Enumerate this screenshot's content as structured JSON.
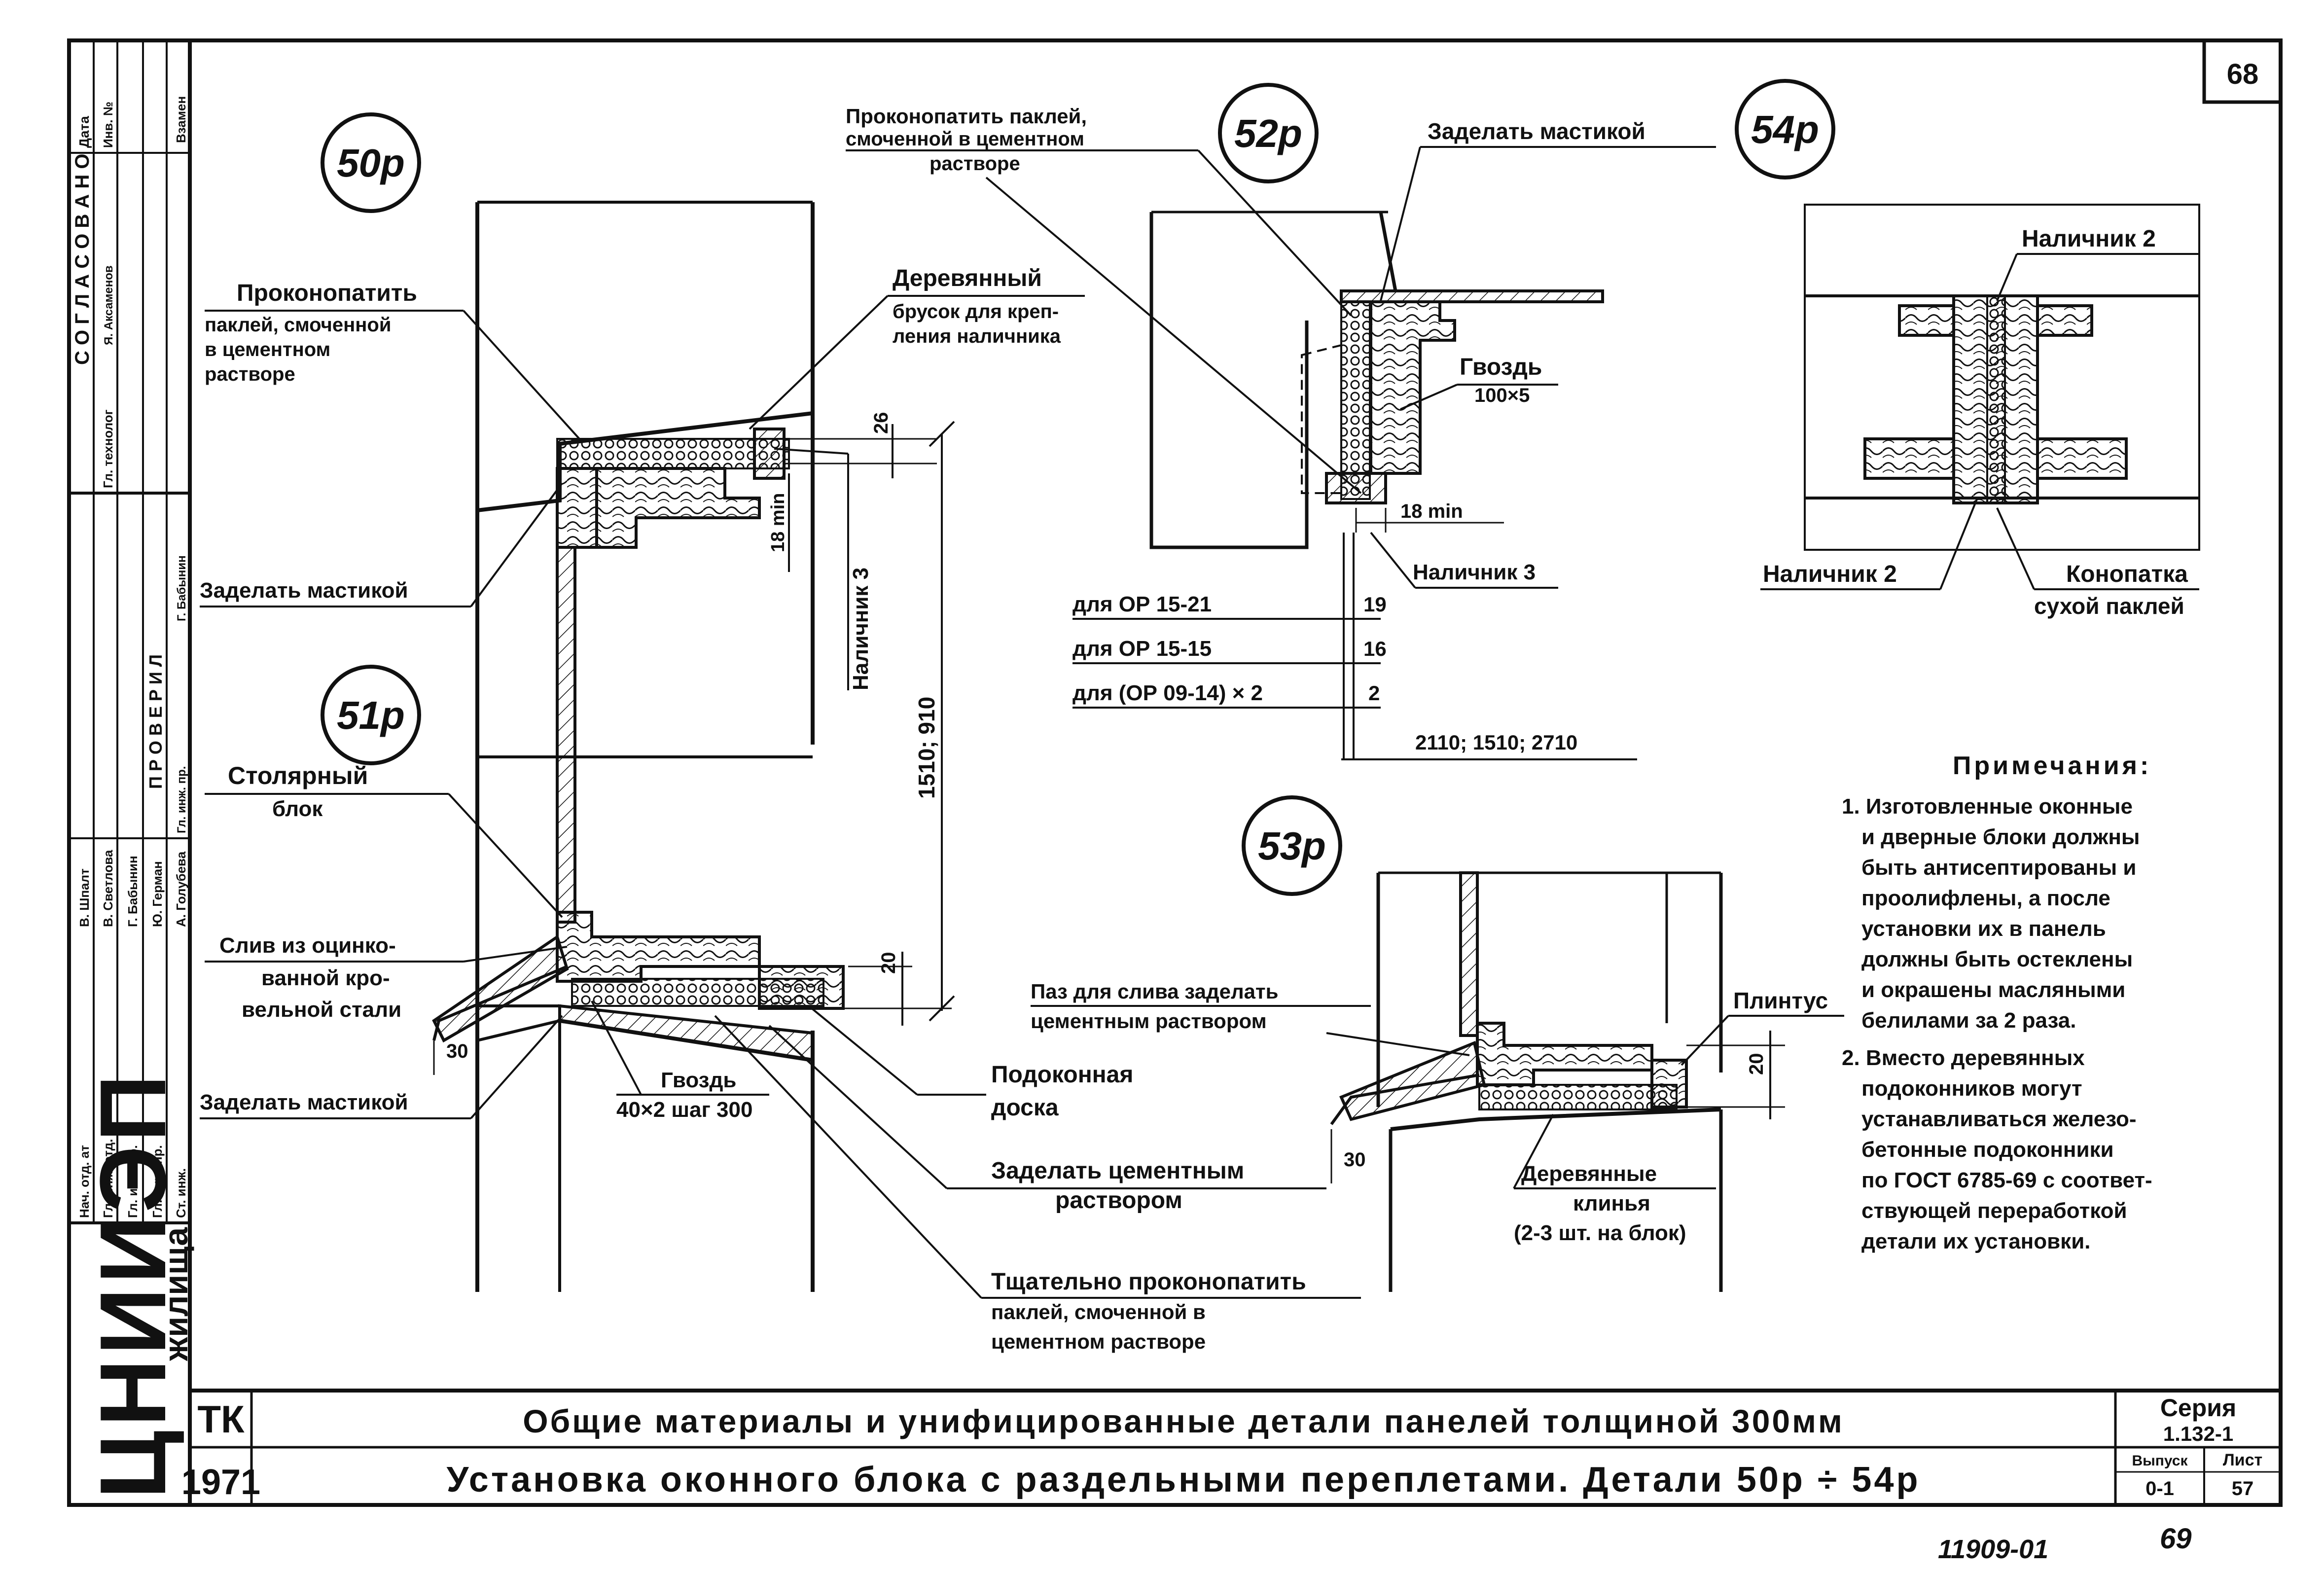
{
  "sheet": {
    "number": "68",
    "footer_left": "11909-01",
    "footer_right": "69"
  },
  "details": {
    "d50": "50р",
    "d51": "51р",
    "d52": "52р",
    "d53": "53р",
    "d54": "54р"
  },
  "labels": {
    "prokon1": [
      "Проконопатить",
      "паклей, смоченной",
      "в цементном",
      "растворе"
    ],
    "brusok": [
      "Деревянный",
      "брусок для креп-",
      "ления наличника"
    ],
    "mastic1": "Заделать мастикой",
    "dim26": "26",
    "dim18min_a": "18 min",
    "nalichnik3_v": "Наличник 3",
    "dim1510": "1510; 910",
    "stolyar": [
      "Столярный",
      "блок"
    ],
    "sliv": [
      "Слив из оцинко-",
      "ванной кро-",
      "вельной стали"
    ],
    "dim30_a": "30",
    "mastic2": "Заделать мастикой",
    "gvozd1": [
      "Гвоздь",
      "40×2 шаг 300"
    ],
    "dim20_a": "20",
    "podokon": [
      "Подоконная",
      "доска"
    ],
    "cement": [
      "Заделать цементным",
      "раствором"
    ],
    "tschat": [
      "Тщательно проконопатить",
      "паклей, смоченной в",
      "цементном растворе"
    ],
    "prokon2": [
      "Проконопатить паклей,",
      "смоченной в цементном",
      "растворе"
    ],
    "mastic3": "Заделать мастикой",
    "gvozd2": [
      "Гвоздь",
      "100×5"
    ],
    "dim18min_b": "18 min",
    "nalichnik3": "Наличник 3",
    "dlya1": "для ОР 15-21",
    "dlya2": "для ОР 15-15",
    "dlya3": "для (ОР 09-14) × 2",
    "v19": "19",
    "v16": "16",
    "v2": "2",
    "widths": "2110; 1510; 2710",
    "nal2_top": "Наличник 2",
    "nal2_bottom": "Наличник 2",
    "konop": [
      "Конопатка",
      "сухой паклей"
    ],
    "paz": [
      "Паз для слива заделать",
      "цементным раствором"
    ],
    "plintus": "Плинтус",
    "dim20_b": "20",
    "dim30_b": "30",
    "klinya": [
      "Деревянные",
      "клинья",
      "(2-3 шт. на блок)"
    ]
  },
  "notes": {
    "title": "Примечания:",
    "lines": [
      "1. Изготовленные оконные",
      "и дверные блоки должны",
      "быть антисептированы и",
      "проолифлены, а после",
      "установки их в панель",
      "должны быть остеклены",
      "и окрашены масляными",
      "белилами за 2 раза.",
      "2. Вместо деревянных",
      "подоконников могут",
      "устанавливаться железо-",
      "бетонные подоконники",
      "по ГОСТ 6785-69 с соответ-",
      "ствующей переработкой",
      "детали их установки."
    ]
  },
  "stamp": {
    "header": "С О Г Л А С О В А Н О",
    "col_date": "Дата",
    "col_inv": "Инв. №",
    "col_vzamen": "Взамен",
    "tech": "Гл. технолог",
    "tech_name": "Я. Аксаменов",
    "check_header": "П Р О В Е Р И Л",
    "ginzh1": "Гл. инж. пр.",
    "ginzh1_name": "Г. Бабынин",
    "roles": [
      "Нач. отд. ат",
      "Гл. инж. отд.",
      "Гл. инж. пр.",
      "Гл. инж. пр.",
      "Ст. инж."
    ],
    "names": [
      "В. Шпалт",
      "В. Светлова",
      "Г. Бабынин",
      "Ю. Герман",
      "А. Голубева"
    ],
    "org_big": "ЦНИИЭП",
    "org_small": "жилища"
  },
  "title_block": {
    "tk": "ТК",
    "year": "1971",
    "title1": "Общие материалы и унифицированные детали панелей толщиной 300мм",
    "title2": "Установка оконного блока с раздельными переплетами.   Детали 50р ÷ 54р",
    "series_label": "Серия",
    "series_value": "1.132-1",
    "issue_label": "Выпуск",
    "issue_value": "0-1",
    "sheet_label": "Лист",
    "sheet_value": "57"
  }
}
